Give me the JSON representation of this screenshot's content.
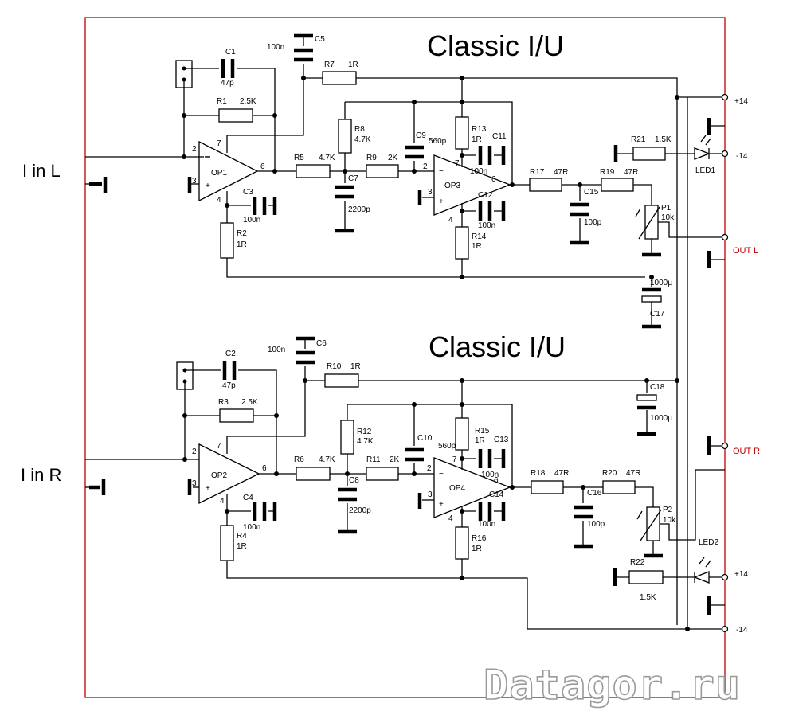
{
  "titles": {
    "top": "Classic I/U",
    "bottom": "Classic I/U"
  },
  "inputs": {
    "left": "I in L",
    "right": "I in R"
  },
  "outputs": {
    "left": "OUT L",
    "right": "OUT R"
  },
  "rails": {
    "top_pos": "+14",
    "top_neg": "-14",
    "bottom_pos": "+14",
    "bottom_neg": "-14"
  },
  "watermark": "Datagor.ru",
  "components": {
    "C1": {
      "name": "C1",
      "value": "47p"
    },
    "C2": {
      "name": "C2",
      "value": "47p"
    },
    "C3": {
      "name": "C3",
      "value": "100n"
    },
    "C4": {
      "name": "C4",
      "value": "100n"
    },
    "C5": {
      "name": "C5",
      "value": "100n"
    },
    "C6": {
      "name": "C6",
      "value": "100n"
    },
    "C7": {
      "name": "C7",
      "value": "2200p"
    },
    "C8": {
      "name": "C8",
      "value": "2200p"
    },
    "C9": {
      "name": "C9",
      "value": "560p"
    },
    "C10": {
      "name": "C10",
      "value": "560p"
    },
    "C11": {
      "name": "C11",
      "value": "100n"
    },
    "C12": {
      "name": "C12",
      "value": "100n"
    },
    "C13": {
      "name": "C13",
      "value": "100n"
    },
    "C14": {
      "name": "C14",
      "value": "100n"
    },
    "C15": {
      "name": "C15",
      "value": "100p"
    },
    "C16": {
      "name": "C16",
      "value": "100p"
    },
    "C17": {
      "name": "C17",
      "value": "1000µ"
    },
    "C18": {
      "name": "C18",
      "value": "1000µ"
    },
    "R1": {
      "name": "R1",
      "value": "2.5K"
    },
    "R2": {
      "name": "R2",
      "value": "1R"
    },
    "R3": {
      "name": "R3",
      "value": "2.5K"
    },
    "R4": {
      "name": "R4",
      "value": "1R"
    },
    "R5": {
      "name": "R5",
      "value": "4.7K"
    },
    "R6": {
      "name": "R6",
      "value": "4.7K"
    },
    "R7": {
      "name": "R7",
      "value": "1R"
    },
    "R8": {
      "name": "R8",
      "value": "4.7K"
    },
    "R9": {
      "name": "R9",
      "value": "2K"
    },
    "R10": {
      "name": "R10",
      "value": "1R"
    },
    "R11": {
      "name": "R11",
      "value": "2K"
    },
    "R12": {
      "name": "R12",
      "value": "4.7K"
    },
    "R13": {
      "name": "R13",
      "value": "1R"
    },
    "R14": {
      "name": "R14",
      "value": "1R"
    },
    "R15": {
      "name": "R15",
      "value": "1R"
    },
    "R16": {
      "name": "R16",
      "value": "1R"
    },
    "R17": {
      "name": "R17",
      "value": "47R"
    },
    "R18": {
      "name": "R18",
      "value": "47R"
    },
    "R19": {
      "name": "R19",
      "value": "47R"
    },
    "R20": {
      "name": "R20",
      "value": "47R"
    },
    "R21": {
      "name": "R21",
      "value": "1.5K"
    },
    "R22": {
      "name": "R22",
      "value": "1.5K"
    },
    "P1": {
      "name": "P1",
      "value": "10k"
    },
    "P2": {
      "name": "P2",
      "value": "10k"
    },
    "OP1": {
      "name": "OP1"
    },
    "OP2": {
      "name": "OP2"
    },
    "OP3": {
      "name": "OP3"
    },
    "OP4": {
      "name": "OP4"
    },
    "LED1": {
      "name": "LED1"
    },
    "LED2": {
      "name": "LED2"
    }
  },
  "pins": {
    "p2": "2",
    "p3": "3",
    "p4": "4",
    "p6": "6",
    "p7": "7"
  }
}
